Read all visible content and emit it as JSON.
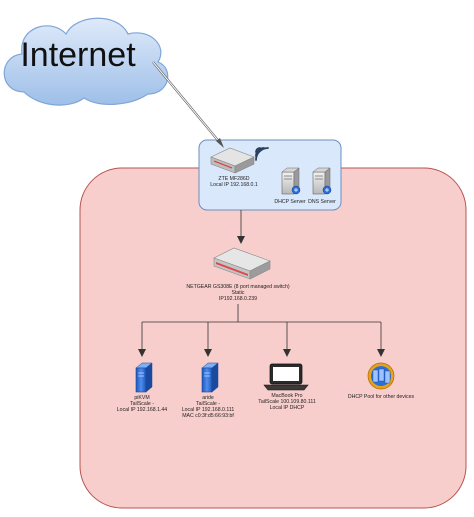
{
  "cloud": {
    "label": "Internet"
  },
  "router": {
    "label_line1": "ZTE MF286D",
    "label_line2": "Local IP 192.168.0.1"
  },
  "services": {
    "dhcp": {
      "label": "DHCP Server",
      "icon": "server-tower-icon"
    },
    "dns": {
      "label": "DNS Server",
      "icon": "server-tower-icon"
    }
  },
  "switch": {
    "label_line1": "NETGEAR GS308E (8 port managed switch)",
    "label_line2": "Static",
    "label_line3": "IP192.168.0.239"
  },
  "devices": [
    {
      "id": "pikvm",
      "icon": "server-icon",
      "lines": [
        "piKVM",
        "TailScale -",
        "Local IP 192.168.1.44"
      ]
    },
    {
      "id": "aride",
      "icon": "server-icon",
      "lines": [
        "aride",
        "TailScale -",
        "Local IP 192.168.0.111",
        "MAC c0:3f:d5:66:93:bf"
      ]
    },
    {
      "id": "macbook",
      "icon": "laptop-icon",
      "lines": [
        "MacBook Pro",
        "TailScale 100.109.80.111",
        "Local IP DHCP"
      ]
    },
    {
      "id": "dhcp-pool",
      "icon": "server-pool-icon",
      "lines": [
        "DHCP Pool for other devices"
      ]
    }
  ],
  "colors": {
    "lan_zone_fill": "#f8cecc",
    "router_zone_fill": "#dae8fc",
    "cloud_fill": "#c9ddf5",
    "switch_accent": "#e0474c",
    "server_blue": "#2d6fd6"
  }
}
